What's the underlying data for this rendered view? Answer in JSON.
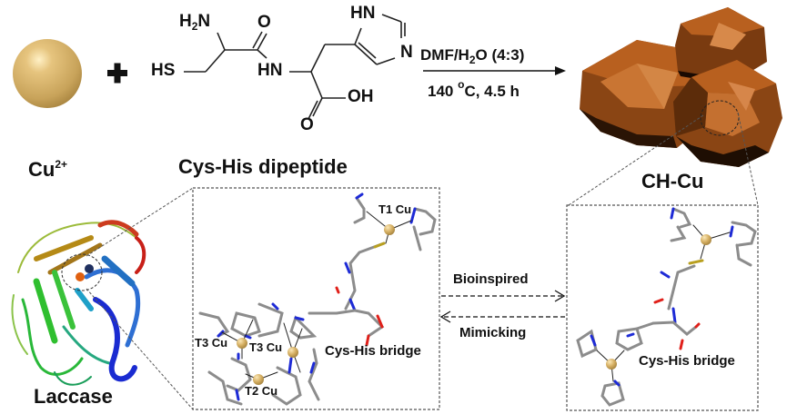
{
  "reactants": {
    "metal_label": "Cu",
    "metal_charge": "2+",
    "plus": "+",
    "peptide_label": "Cys-His dipeptide"
  },
  "structure_atoms": {
    "h2n": "H",
    "h2n_sub": "2",
    "h2n_n": "N",
    "o_top": "O",
    "hs": "HS",
    "hn_amide": "HN",
    "hn_ring": "HN",
    "n_ring": "N",
    "oh": "OH",
    "o_bottom": "O"
  },
  "conditions": {
    "solvent_prefix": "DMF/H",
    "solvent_sub": "2",
    "solvent_suffix": "O (4:3)",
    "temperature_prefix": "140 ",
    "temperature_sup": "o",
    "temperature_suffix": "C, 4.5 h"
  },
  "product": {
    "label": "CH-Cu"
  },
  "enzyme": {
    "label": "Laccase"
  },
  "active_site_left": {
    "t1": "T1 Cu",
    "t3a": "T3 Cu",
    "t3b": "T3 Cu",
    "t2": "T2 Cu",
    "bridge": "Cys-His bridge"
  },
  "relation": {
    "forward": "Bioinspired",
    "backward": "Mimicking"
  },
  "active_site_right": {
    "bridge": "Cys-His bridge"
  },
  "colors": {
    "copper_sphere": "#d9b56a",
    "polyhedron": "#b8601f",
    "bond_gray": "#8c8c8c",
    "nitrogen_blue": "#1e2bd6",
    "oxygen_red": "#e0201a",
    "sulfur_yellow": "#b9a020"
  }
}
